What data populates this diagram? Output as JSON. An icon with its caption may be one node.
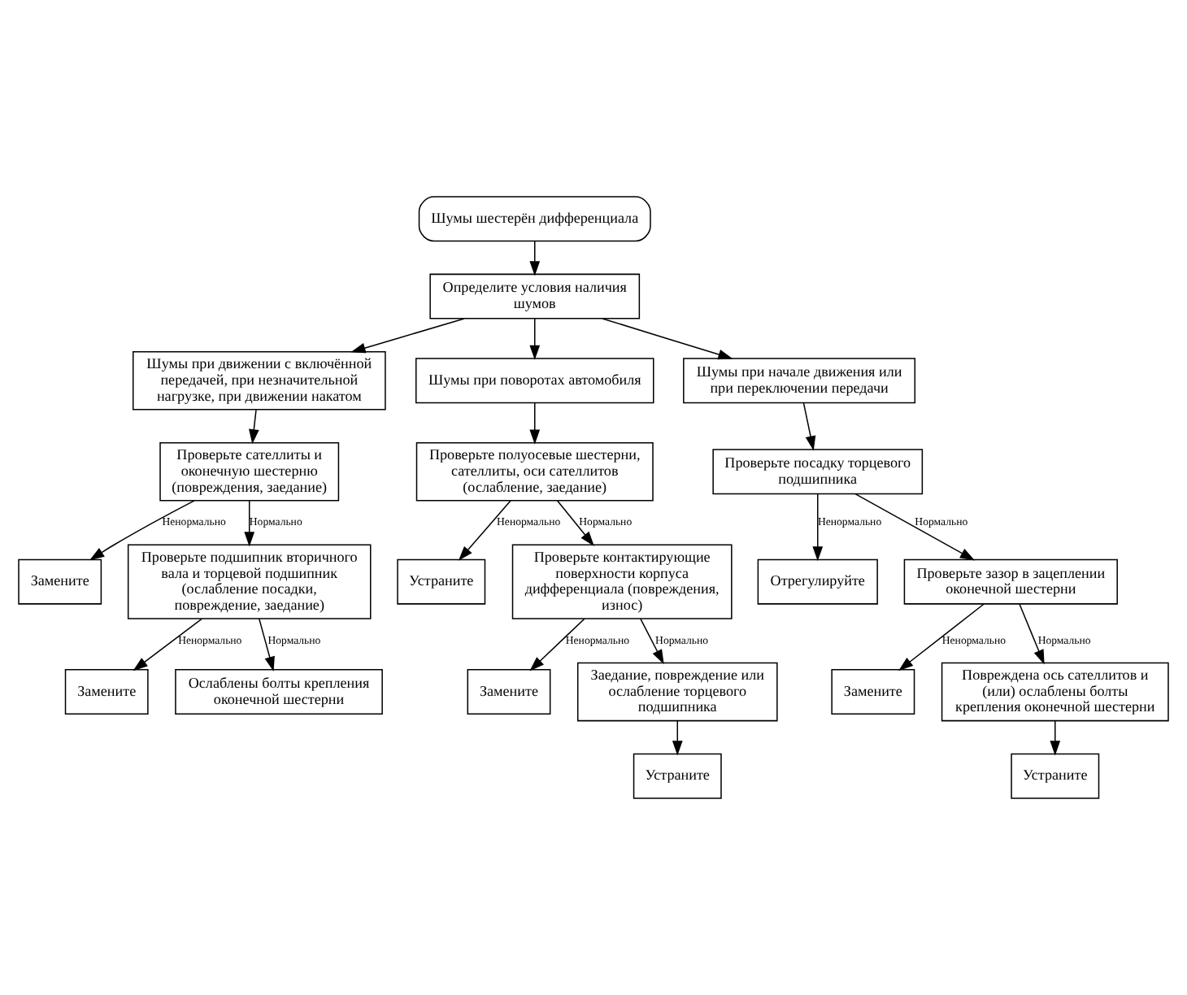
{
  "diagram": {
    "nodes": [
      {
        "text": [
          "Шумы шестерён дифференциала"
        ]
      },
      {
        "text": [
          "Определите условия наличия шумов"
        ]
      },
      {
        "text": [
          "Шумы при движении с включённой передачей, при незначительной нагрузке, при движении накатом"
        ]
      },
      {
        "text": [
          "Шумы при поворотах автомобиля"
        ]
      },
      {
        "text": [
          "Шумы при начале движения или при переключении передачи"
        ]
      },
      {
        "text": [
          "Проверьте сателлиты и оконечную шестерню (повреждения, заедание)"
        ]
      },
      {
        "text": [
          "Замените"
        ]
      },
      {
        "text": [
          "Проверьте подшипник вторичного вала и торцевой подшипник (ослабление посадки, повреждение, заедание)"
        ]
      },
      {
        "text": [
          "Замените"
        ]
      },
      {
        "text": [
          "Ослаблены болты крепления оконечной шестерни"
        ]
      },
      {
        "text": [
          "Проверьте полуосевые шестерни, сателлиты, оси сателлитов (ослабление, заедание)"
        ]
      },
      {
        "text": [
          "Устраните"
        ]
      },
      {
        "text": [
          "Проверьте контактирующие поверхности корпуса дифференциала (повреждения, износ)"
        ]
      },
      {
        "text": [
          "Замените"
        ]
      },
      {
        "text": [
          "Заедание, повреждение или ослабление торцевого подшипника"
        ]
      },
      {
        "text": [
          "Устраните"
        ]
      },
      {
        "text": [
          "Проверьте посадку торцевого подшипника"
        ]
      },
      {
        "text": [
          "Отрегулируйте"
        ]
      },
      {
        "text": [
          "Проверьте зазор в зацеплении оконечной шестерни"
        ]
      },
      {
        "text": [
          "Замените"
        ]
      },
      {
        "text": [
          "Повреждена ось сателлитов и (или) ослаблены болты крепления оконечной шестерни"
        ]
      },
      {
        "text": [
          "Устраните"
        ]
      }
    ],
    "edges": [
      {
        "from": 0,
        "to": 1,
        "arrow": "to"
      },
      {
        "from": 1,
        "to": 2,
        "arrow": "to"
      },
      {
        "from": 1,
        "to": 3,
        "arrow": "to"
      },
      {
        "from": 1,
        "to": 4,
        "arrow": "to"
      },
      {
        "from": 2,
        "to": 5,
        "arrow": "to"
      },
      {
        "from": 5,
        "to": 6,
        "arrow": "to",
        "label": "Ненормально"
      },
      {
        "from": 5,
        "to": 7,
        "arrow": "to",
        "label": "Нормально"
      },
      {
        "from": 7,
        "to": 8,
        "arrow": "to",
        "label": "Ненормально"
      },
      {
        "from": 7,
        "to": 9,
        "arrow": "to",
        "label": "Нормально"
      },
      {
        "from": 3,
        "to": 10,
        "arrow": "to"
      },
      {
        "from": 10,
        "to": 11,
        "arrow": "to",
        "label": "Ненормально"
      },
      {
        "from": 10,
        "to": 12,
        "arrow": "to",
        "label": "Нормально"
      },
      {
        "from": 12,
        "to": 13,
        "arrow": "to",
        "label": "Ненормально"
      },
      {
        "from": 12,
        "to": 14,
        "arrow": "to",
        "label": "Нормально"
      },
      {
        "from": 14,
        "to": 15,
        "arrow": "to"
      },
      {
        "from": 4,
        "to": 16,
        "arrow": "to"
      },
      {
        "from": 16,
        "to": 17,
        "arrow": "to",
        "label": "Ненормально"
      },
      {
        "from": 16,
        "to": 18,
        "arrow": "to",
        "label": "Нормально"
      },
      {
        "from": 18,
        "to": 19,
        "arrow": "to",
        "label": "Ненормально"
      },
      {
        "from": 18,
        "to": 20,
        "arrow": "to",
        "label": "Нормально"
      },
      {
        "from": 20,
        "to": 21,
        "arrow": "to"
      }
    ]
  }
}
